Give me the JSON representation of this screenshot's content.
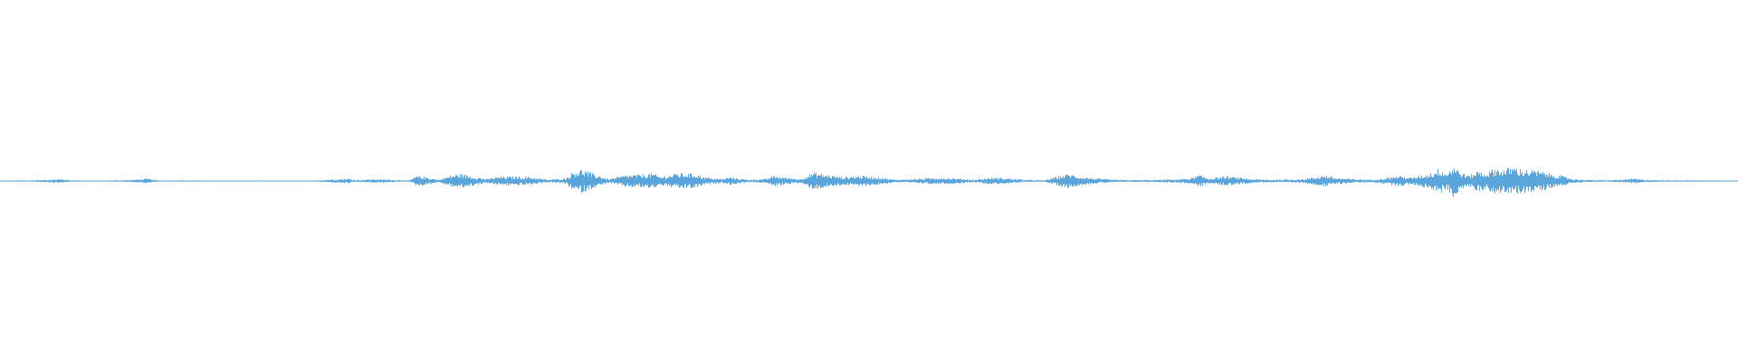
{
  "waveform": {
    "color": "#5aa5dc",
    "background": "#ffffff",
    "envelope": [
      [
        0.0,
        0.004
      ],
      [
        0.02,
        0.006
      ],
      [
        0.03,
        0.012
      ],
      [
        0.035,
        0.015
      ],
      [
        0.04,
        0.006
      ],
      [
        0.06,
        0.004
      ],
      [
        0.075,
        0.008
      ],
      [
        0.085,
        0.018
      ],
      [
        0.09,
        0.006
      ],
      [
        0.11,
        0.005
      ],
      [
        0.13,
        0.003
      ],
      [
        0.15,
        0.004
      ],
      [
        0.17,
        0.0
      ],
      [
        0.18,
        0.004
      ],
      [
        0.19,
        0.012
      ],
      [
        0.2,
        0.018
      ],
      [
        0.205,
        0.008
      ],
      [
        0.215,
        0.014
      ],
      [
        0.225,
        0.01
      ],
      [
        0.235,
        0.004
      ],
      [
        0.24,
        0.04
      ],
      [
        0.245,
        0.03
      ],
      [
        0.252,
        0.01
      ],
      [
        0.26,
        0.045
      ],
      [
        0.265,
        0.055
      ],
      [
        0.27,
        0.04
      ],
      [
        0.28,
        0.015
      ],
      [
        0.285,
        0.03
      ],
      [
        0.295,
        0.035
      ],
      [
        0.305,
        0.03
      ],
      [
        0.315,
        0.01
      ],
      [
        0.325,
        0.02
      ],
      [
        0.33,
        0.075
      ],
      [
        0.335,
        0.09
      ],
      [
        0.34,
        0.06
      ],
      [
        0.35,
        0.015
      ],
      [
        0.36,
        0.045
      ],
      [
        0.37,
        0.05
      ],
      [
        0.375,
        0.06
      ],
      [
        0.38,
        0.03
      ],
      [
        0.39,
        0.06
      ],
      [
        0.4,
        0.055
      ],
      [
        0.405,
        0.03
      ],
      [
        0.415,
        0.015
      ],
      [
        0.42,
        0.03
      ],
      [
        0.43,
        0.01
      ],
      [
        0.44,
        0.015
      ],
      [
        0.445,
        0.04
      ],
      [
        0.45,
        0.03
      ],
      [
        0.46,
        0.015
      ],
      [
        0.468,
        0.065
      ],
      [
        0.475,
        0.05
      ],
      [
        0.485,
        0.03
      ],
      [
        0.495,
        0.04
      ],
      [
        0.505,
        0.03
      ],
      [
        0.515,
        0.01
      ],
      [
        0.525,
        0.015
      ],
      [
        0.54,
        0.025
      ],
      [
        0.55,
        0.02
      ],
      [
        0.56,
        0.01
      ],
      [
        0.57,
        0.025
      ],
      [
        0.58,
        0.02
      ],
      [
        0.59,
        0.01
      ],
      [
        0.6,
        0.005
      ],
      [
        0.61,
        0.04
      ],
      [
        0.615,
        0.055
      ],
      [
        0.62,
        0.035
      ],
      [
        0.63,
        0.02
      ],
      [
        0.64,
        0.01
      ],
      [
        0.65,
        0.008
      ],
      [
        0.66,
        0.008
      ],
      [
        0.675,
        0.012
      ],
      [
        0.685,
        0.02
      ],
      [
        0.69,
        0.045
      ],
      [
        0.695,
        0.02
      ],
      [
        0.705,
        0.035
      ],
      [
        0.71,
        0.03
      ],
      [
        0.72,
        0.015
      ],
      [
        0.73,
        0.01
      ],
      [
        0.74,
        0.012
      ],
      [
        0.75,
        0.015
      ],
      [
        0.757,
        0.03
      ],
      [
        0.762,
        0.045
      ],
      [
        0.768,
        0.025
      ],
      [
        0.778,
        0.015
      ],
      [
        0.79,
        0.01
      ],
      [
        0.8,
        0.03
      ],
      [
        0.805,
        0.04
      ],
      [
        0.812,
        0.025
      ],
      [
        0.82,
        0.05
      ],
      [
        0.825,
        0.07
      ],
      [
        0.828,
        0.1
      ],
      [
        0.832,
        0.06
      ],
      [
        0.836,
        0.12
      ],
      [
        0.84,
        0.07
      ],
      [
        0.845,
        0.04
      ],
      [
        0.85,
        0.08
      ],
      [
        0.855,
        0.06
      ],
      [
        0.86,
        0.1
      ],
      [
        0.865,
        0.085
      ],
      [
        0.87,
        0.11
      ],
      [
        0.875,
        0.09
      ],
      [
        0.88,
        0.085
      ],
      [
        0.886,
        0.075
      ],
      [
        0.892,
        0.055
      ],
      [
        0.898,
        0.04
      ],
      [
        0.905,
        0.015
      ],
      [
        0.915,
        0.008
      ],
      [
        0.925,
        0.006
      ],
      [
        0.935,
        0.012
      ],
      [
        0.94,
        0.02
      ],
      [
        0.945,
        0.01
      ],
      [
        0.955,
        0.006
      ],
      [
        0.97,
        0.006
      ],
      [
        0.985,
        0.005
      ],
      [
        1.0,
        0.004
      ]
    ]
  }
}
